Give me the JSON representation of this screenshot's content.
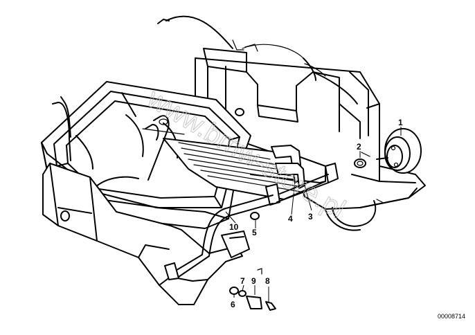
{
  "diagram": {
    "drawing_number": "00008714",
    "watermark": "www.bmw-store.pl",
    "callouts": {
      "c1": "1",
      "c2": "2",
      "c3": "3",
      "c4": "4",
      "c5": "5",
      "c6": "6",
      "c7": "7",
      "c8": "8",
      "c9": "9",
      "c10": "10"
    }
  }
}
